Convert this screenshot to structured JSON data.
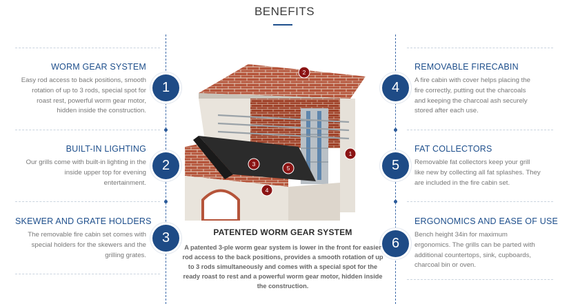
{
  "header": {
    "title": "BENEFITS"
  },
  "features_left": [
    {
      "number": "1",
      "title": "WORM GEAR SYSTEM",
      "lines": [
        "Easy rod access to back positions, smooth",
        "rotation of up to 3 rods, special spot for",
        "roast rest, powerful worm gear motor,",
        "hidden inside the construction."
      ]
    },
    {
      "number": "2",
      "title": "BUILT-IN LIGHTING",
      "lines": [
        "Our grills come with built-in lighting in the",
        "inside upper top for evening",
        "entertainment."
      ]
    },
    {
      "number": "3",
      "title": "SKEWER AND GRATE HOLDERS",
      "lines": [
        "The removable fire cabin set comes with",
        "special holders for the skewers and the",
        "grilling grates."
      ]
    }
  ],
  "features_right": [
    {
      "number": "4",
      "title": "REMOVABLE FIRECABIN",
      "lines": [
        "A fire cabin with cover helps placing the",
        "fire correctly, putting out the charcoals",
        "and keeping the charcoal ash securely",
        "stored after each use."
      ]
    },
    {
      "number": "5",
      "title": "FAT COLLECTORS",
      "lines": [
        "Removable fat collectors keep your grill",
        "like new by collecting all fat splashes. They",
        "are included in the fire cabin set."
      ]
    },
    {
      "number": "6",
      "title": "ERGONOMICS AND EASE OF USE",
      "lines": [
        "Bench height 34in for maximum",
        "ergonomics. The grills can be parted with",
        "additional countertops, sink, cupboards,",
        "charcoal bin or oven."
      ]
    }
  ],
  "illustration": {
    "markers": [
      "2",
      "1",
      "3",
      "5",
      "4"
    ],
    "colors": {
      "marker": "#8b1414",
      "brick": "#b5543a",
      "steel": "#b9c0c6",
      "stone": "#e9e4dc"
    }
  },
  "center": {
    "title": "PATENTED WORM GEAR SYSTEM",
    "lines": [
      "A patented 3-ple worm gear system is lower in the front for easier",
      "rod access to the back positions, provides a smooth rotation of up",
      "to 3 rods simultaneously and comes with a special spot for the",
      "ready roast to rest and a powerful worm gear motor, hidden inside",
      "the construction."
    ]
  }
}
